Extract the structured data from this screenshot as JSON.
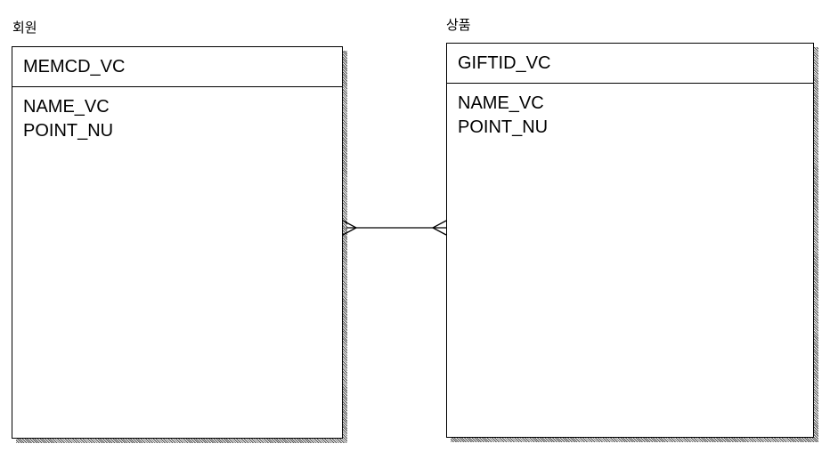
{
  "entities": [
    {
      "name": "회원",
      "key": "MEMCD_VC",
      "attributes": [
        "NAME_VC",
        "POINT_NU"
      ]
    },
    {
      "name": "상품",
      "key": "GIFTID_VC",
      "attributes": [
        "NAME_VC",
        "POINT_NU"
      ]
    }
  ],
  "relationship": {
    "from": "회원",
    "to": "상품",
    "from_end": "crow-foot",
    "to_end": "crow-foot"
  }
}
